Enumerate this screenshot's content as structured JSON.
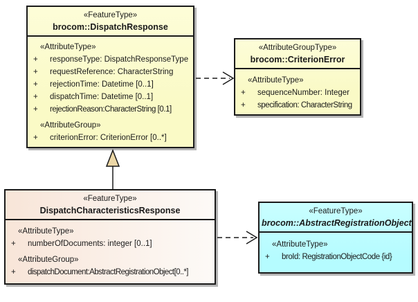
{
  "diagram": {
    "kind": "uml-class-diagram",
    "background": "#ffffff"
  },
  "ui": {
    "visibility_public": "+"
  },
  "colors": {
    "box_yellow": "#fafac6",
    "box_peach_left": "#f8e5d8",
    "box_peach_right": "#fdfaf7",
    "box_cyan": "#b5fcff",
    "border": "#1a1a1a",
    "shadow": "#b4b4b4",
    "generalization_arrow_fill": "#ecd7a6",
    "text": "#1a1a1a"
  },
  "boxes": {
    "dispatch_response": {
      "stereotype": "«FeatureType»",
      "name": "brocom::DispatchResponse",
      "attribute_type_label": "«AttributeType»",
      "attributes": [
        "responseType: DispatchResponseType",
        "requestReference: CharacterString",
        "rejectionTime: Datetime [0..1]",
        "dispatchTime: Datetime [0..1]",
        "rejectionReason:CharacterString [0.1]"
      ],
      "attribute_group_label": "«AttributeGroup»",
      "group_attributes": [
        "criterionError: CriterionError [0..*]"
      ]
    },
    "criterion_error": {
      "stereotype": "«AttributeGroupType»",
      "name": "brocom::CriterionError",
      "attribute_type_label": "«AttributeType»",
      "attributes": [
        "sequenceNumber: Integer",
        "specification: CharacterString"
      ]
    },
    "dispatch_characteristics_response": {
      "stereotype": "«FeatureType»",
      "name": "DispatchCharacteristicsResponse",
      "attribute_type_label": "«AttributeType»",
      "attributes": [
        "numberOfDocuments: integer [0..1]"
      ],
      "attribute_group_label": "«AttributeGroup»",
      "group_attributes": [
        "dispatchDocument:AbstractRegistrationObject[0..*]"
      ]
    },
    "abstract_registration_object": {
      "stereotype": "«FeatureType»",
      "name": "brocom::AbstractRegistrationObject",
      "attribute_type_label": "«AttributeType»",
      "attributes": [
        "broId: RegistrationObjectCode {id}"
      ]
    }
  },
  "connectors": {
    "generalization": {
      "type": "generalization",
      "from": "DispatchCharacteristicsResponse",
      "to": "brocom::DispatchResponse",
      "line_style": "solid",
      "arrowhead": "triangle"
    },
    "dependency_criterion_error": {
      "type": "dependency",
      "from": "brocom::DispatchResponse",
      "to": "brocom::CriterionError",
      "line_style": "dashed",
      "arrowhead": "open"
    },
    "dependency_abstract_registration_object": {
      "type": "dependency",
      "from": "DispatchCharacteristicsResponse",
      "to": "brocom::AbstractRegistrationObject",
      "line_style": "dashed",
      "arrowhead": "open"
    }
  }
}
